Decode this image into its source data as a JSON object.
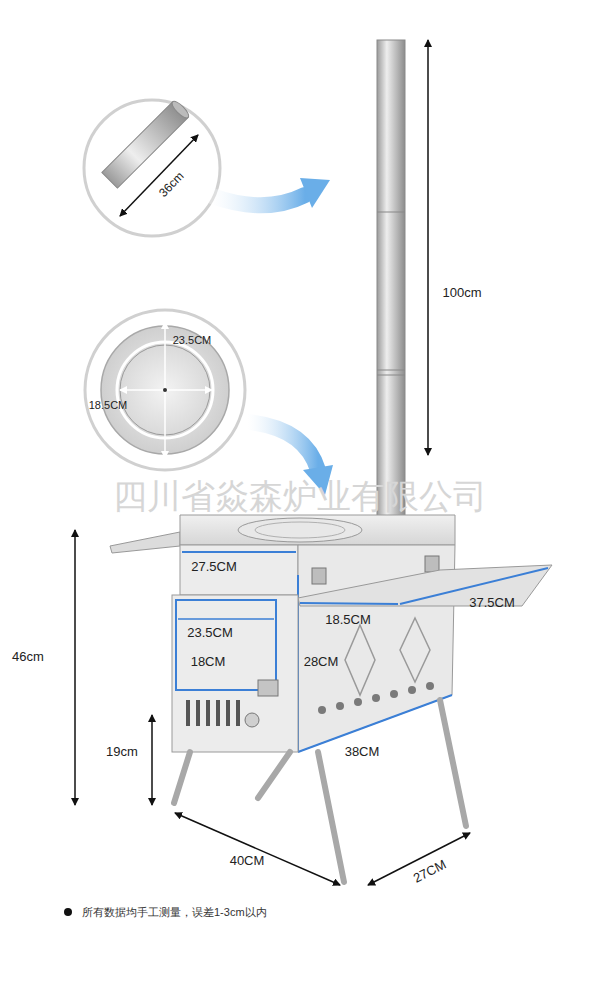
{
  "diagram": {
    "labels": [
      "36cm",
      "23.5CM",
      "18.5CM",
      "100cm",
      "四川省焱森炉业有限公司",
      "27.5CM",
      "18.5CM",
      "37.5CM",
      "23.5CM",
      "46cm",
      "18CM",
      "28CM",
      "19cm",
      "38CM",
      "40CM",
      "27CM",
      "所有数据均手工测量，误差1-3cm以内"
    ]
  }
}
